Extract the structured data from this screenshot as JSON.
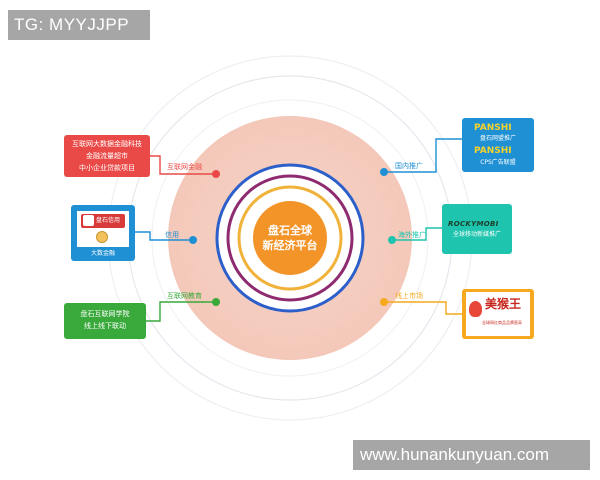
{
  "watermarks": {
    "top_left": "TG: MYYJJPP",
    "bottom_right": "www.hunankunyuan.com"
  },
  "colors": {
    "red": "#ea4a47",
    "blue": "#1f90d4",
    "green": "#38a93a",
    "teal": "#1ec4ad",
    "yellow": "#f6a91e",
    "orange": "#f39428",
    "peach": "#f5cdbf",
    "ring_purple": "#8e2a6f",
    "ring_gold": "#f0b23a"
  },
  "center": {
    "line1": "盘石全球",
    "line2": "新经济平台"
  },
  "nodes": {
    "internet_finance": "互联网金融",
    "credit": "信用",
    "internet_education": "互联网教育",
    "domestic_promotion": "国内推广",
    "overseas_promotion": "海外推广",
    "online_mall": "线上市场"
  },
  "cards": {
    "finance": {
      "lines": [
        "互联网大数据金融科技",
        "金融流量超市",
        "中小企业贷款项目"
      ]
    },
    "credit": {
      "badge": "盘石信用",
      "caption": "大数金融"
    },
    "education": {
      "lines": [
        "盘石互联网学院",
        "线上线下联动"
      ]
    },
    "domestic": {
      "logo": "PANSHI",
      "line1": "盘石网盟推广",
      "line2": "CPS广告联盟"
    },
    "overseas": {
      "logo": "ROCKYMOBI",
      "caption": "全球移动新媒推广"
    },
    "mall": {
      "brand": "美猴王",
      "slogan": "全球网红商品品牌直采"
    }
  }
}
